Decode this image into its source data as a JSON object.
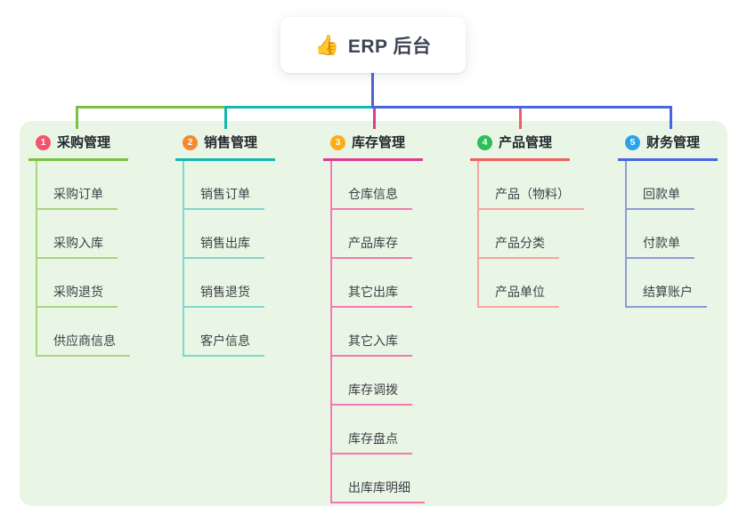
{
  "root": {
    "label": "ERP 后台",
    "emoji": "👍"
  },
  "colors": {
    "canvas_bg": "#ffffff",
    "panel_bg": "#eaf6e5",
    "root_line": "#4f63d2",
    "root_text": "#3d4453"
  },
  "branches": [
    {
      "number": "1",
      "title": "采购管理",
      "color": "#7cc144",
      "light_color": "#a9d57f",
      "badge_color": "#f4536e",
      "children": [
        "采购订单",
        "采购入库",
        "采购退货",
        "供应商信息"
      ]
    },
    {
      "number": "2",
      "title": "销售管理",
      "color": "#14b8ae",
      "light_color": "#7ed6cf",
      "badge_color": "#f8882e",
      "children": [
        "销售订单",
        "销售出库",
        "销售退货",
        "客户信息"
      ]
    },
    {
      "number": "3",
      "title": "库存管理",
      "color": "#e13a92",
      "light_color": "#f478b6",
      "badge_color": "#fbae17",
      "children": [
        "仓库信息",
        "产品库存",
        "其它出库",
        "其它入库",
        "库存调拨",
        "库存盘点",
        "出库库明细"
      ]
    },
    {
      "number": "4",
      "title": "产品管理",
      "color": "#f25e5e",
      "light_color": "#f7a3a3",
      "badge_color": "#2cbe58",
      "children": [
        "产品（物料）",
        "产品分类",
        "产品单位"
      ]
    },
    {
      "number": "5",
      "title": "财务管理",
      "color": "#4766e4",
      "light_color": "#8b9bd8",
      "badge_color": "#2ca3e8",
      "children": [
        "回款单",
        "付款单",
        "结算账户"
      ]
    }
  ]
}
